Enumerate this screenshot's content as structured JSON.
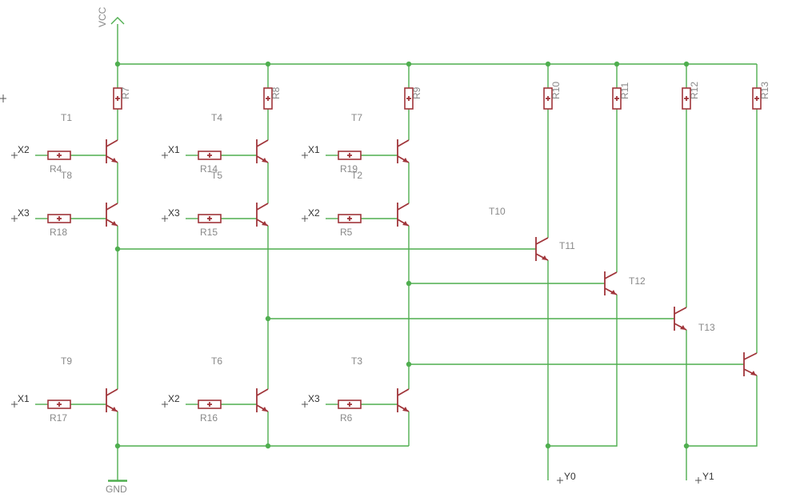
{
  "power": {
    "vcc": "VCC",
    "gnd": "GND"
  },
  "outputs": [
    "Y0",
    "Y1"
  ],
  "transistors": [
    {
      "id": "T1",
      "label": "T1"
    },
    {
      "id": "T8",
      "label": "T8"
    },
    {
      "id": "T9",
      "label": "T9"
    },
    {
      "id": "T4",
      "label": "T4"
    },
    {
      "id": "T5",
      "label": "T5"
    },
    {
      "id": "T6",
      "label": "T6"
    },
    {
      "id": "T7",
      "label": "T7"
    },
    {
      "id": "T2",
      "label": "T2"
    },
    {
      "id": "T3",
      "label": "T3"
    },
    {
      "id": "T10",
      "label": "T10"
    },
    {
      "id": "T11",
      "label": "T11"
    },
    {
      "id": "T12",
      "label": "T12"
    },
    {
      "id": "T13",
      "label": "T13"
    }
  ],
  "input_resistors": [
    {
      "label": "R4",
      "input": "X2"
    },
    {
      "label": "R18",
      "input": "X3"
    },
    {
      "label": "R17",
      "input": "X1"
    },
    {
      "label": "R14",
      "input": "X1"
    },
    {
      "label": "R15",
      "input": "X3"
    },
    {
      "label": "R16",
      "input": "X2"
    },
    {
      "label": "R19",
      "input": "X1"
    },
    {
      "label": "R5",
      "input": "X2"
    },
    {
      "label": "R6",
      "input": "X3"
    }
  ],
  "pullup_resistors": [
    "R7",
    "R8",
    "R9",
    "R10",
    "R11",
    "R12",
    "R13"
  ]
}
